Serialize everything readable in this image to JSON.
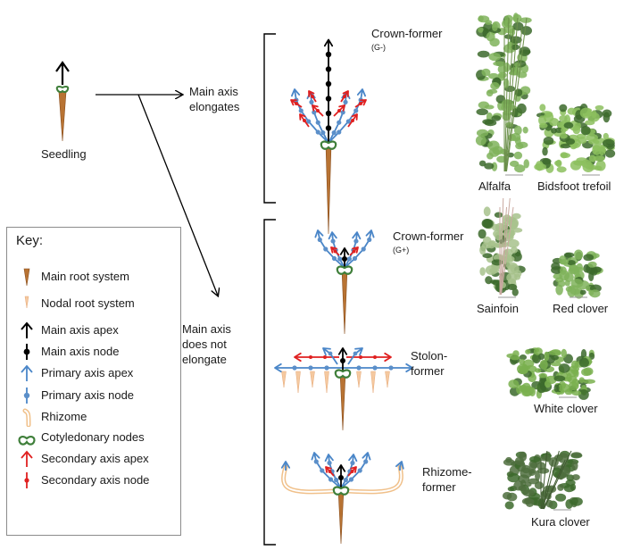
{
  "colors": {
    "main_root": "#b87333",
    "nodal_root": "#f5c9a0",
    "main_axis": "#000000",
    "primary_axis": "#4a86c8",
    "primary_node": "#5b8fc9",
    "rhizome": "#f0c08a",
    "cotyledonary": "#3f7f3a",
    "secondary_axis": "#e02020",
    "plant_green": "#7fb35a",
    "plant_dark": "#3c6a2c"
  },
  "seedling": {
    "label": "Seedling"
  },
  "branches": {
    "upper": [
      "Main axis",
      "elongates"
    ],
    "lower": [
      "Main axis",
      "does not",
      "elongate"
    ]
  },
  "types": {
    "crown_g_minus": {
      "label": "Crown-former",
      "sub": "(G-)"
    },
    "crown_g_plus": {
      "label": "Crown-former",
      "sub": "(G+)"
    },
    "stolon": {
      "lines": [
        "Stolon-",
        "former"
      ]
    },
    "rhizome": {
      "lines": [
        "Rhizome-",
        "former"
      ]
    }
  },
  "plants": {
    "alfalfa": "Alfalfa",
    "bidsfoot": "Bidsfoot trefoil",
    "sainfoin": "Sainfoin",
    "red_clover": "Red clover",
    "white_clover": "White clover",
    "kura_clover": "Kura clover"
  },
  "key": {
    "title": "Key:",
    "items": [
      {
        "label": "Main root system",
        "icon": "main-root-icon"
      },
      {
        "label": "Nodal root system",
        "icon": "nodal-root-icon"
      },
      {
        "label": "Main axis apex",
        "icon": "main-axis-apex-icon"
      },
      {
        "label": "Main axis node",
        "icon": "main-axis-node-icon"
      },
      {
        "label": "Primary axis apex",
        "icon": "primary-axis-apex-icon"
      },
      {
        "label": "Primary axis node",
        "icon": "primary-axis-node-icon"
      },
      {
        "label": "Rhizome",
        "icon": "rhizome-icon"
      },
      {
        "label": "Cotyledonary nodes",
        "icon": "cotyledonary-node-icon"
      },
      {
        "label": "Secondary axis apex",
        "icon": "secondary-axis-apex-icon"
      },
      {
        "label": "Secondary axis node",
        "icon": "secondary-axis-node-icon"
      }
    ]
  }
}
